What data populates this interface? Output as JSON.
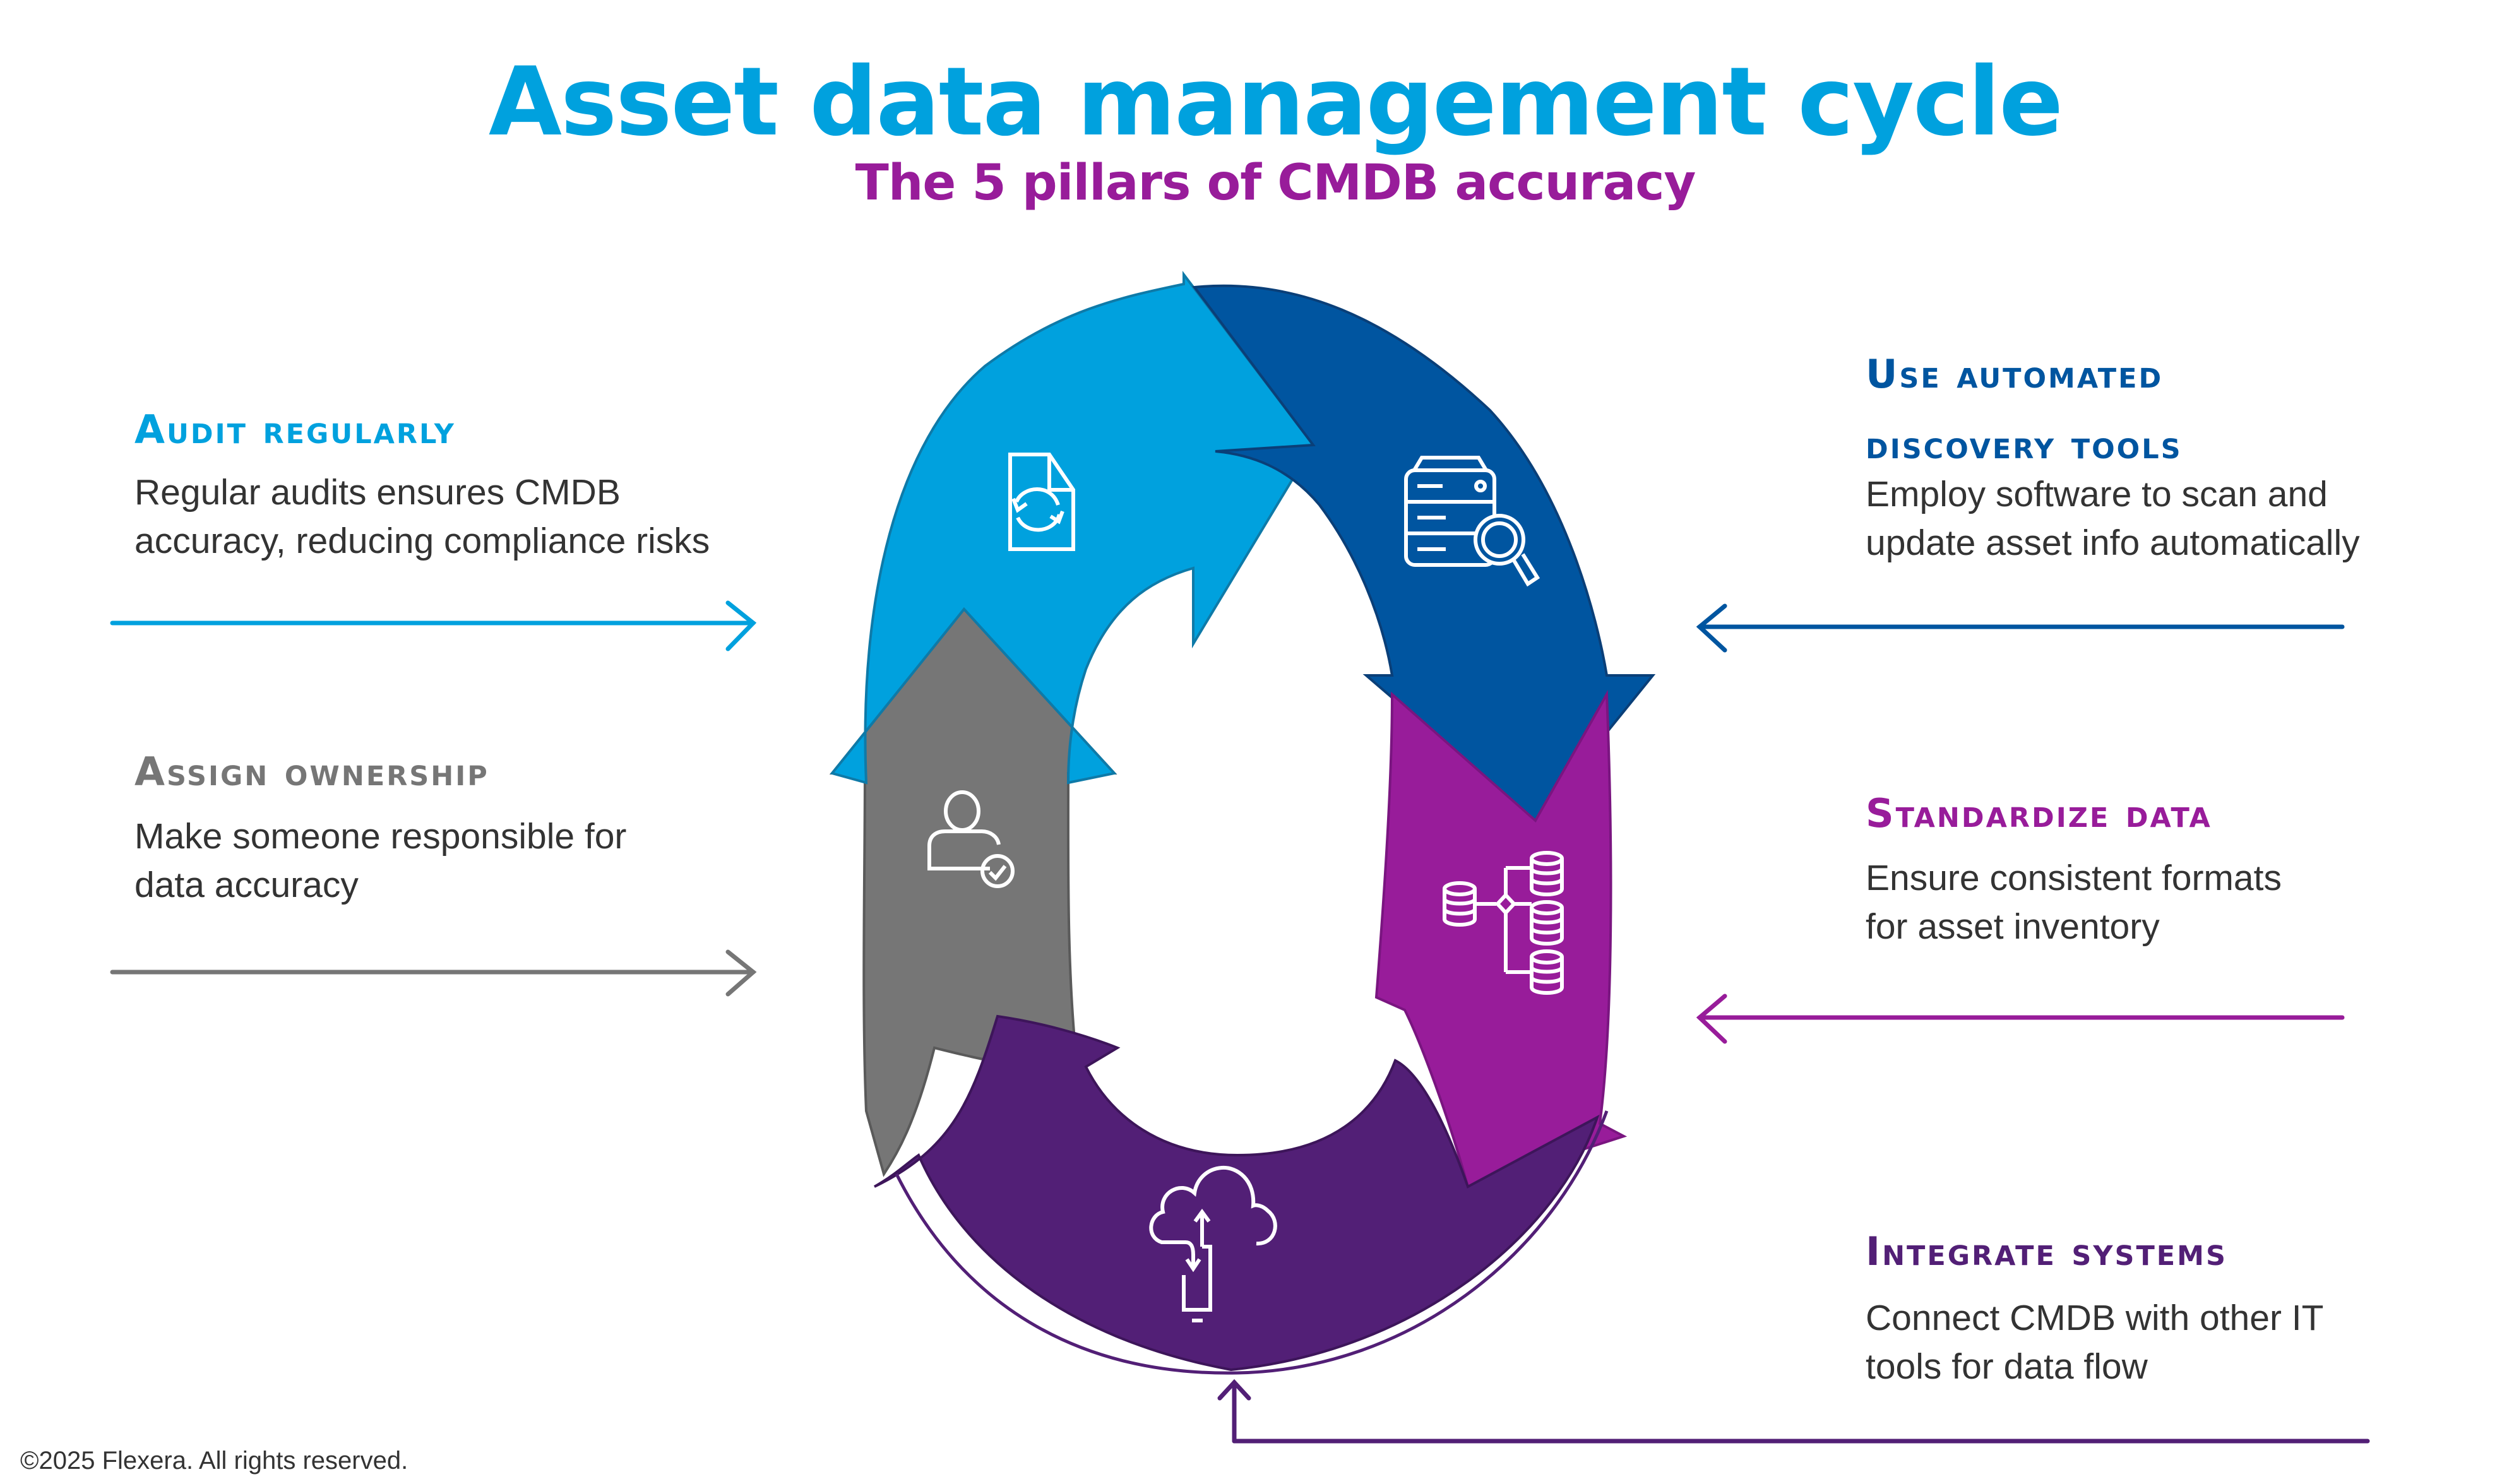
{
  "header": {
    "title": "Asset data management cycle",
    "subtitle": "The 5 pillars of CMDB accuracy"
  },
  "colors": {
    "audit": "#00A1DE",
    "discovery": "#0055A0",
    "standardize": "#981C9A",
    "integrate": "#521F76",
    "ownership": "#767676",
    "body_text": "#333333"
  },
  "pillars": [
    {
      "id": "audit",
      "heading": "Audit regularly",
      "body": [
        "Regular audits ensures CMDB",
        "accuracy, reducing compliance risks"
      ],
      "icon": "document-sync-icon"
    },
    {
      "id": "discovery",
      "heading": [
        "Use automated",
        "discovery tools"
      ],
      "body": [
        "Employ software to scan and",
        "update asset info automatically"
      ],
      "icon": "server-search-icon"
    },
    {
      "id": "standardize",
      "heading": "Standardize data",
      "body": [
        "Ensure consistent formats",
        "for asset inventory"
      ],
      "icon": "database-hierarchy-icon"
    },
    {
      "id": "integrate",
      "heading": "Integrate systems",
      "body": [
        "Connect CMDB with other IT",
        "tools for data flow"
      ],
      "icon": "cloud-sync-device-icon"
    },
    {
      "id": "ownership",
      "heading": "Assign ownership",
      "body": [
        "Make someone responsible for",
        "data accuracy"
      ],
      "icon": "user-check-icon"
    }
  ],
  "footer": {
    "copyright": "©2025 Flexera. All rights reserved."
  }
}
